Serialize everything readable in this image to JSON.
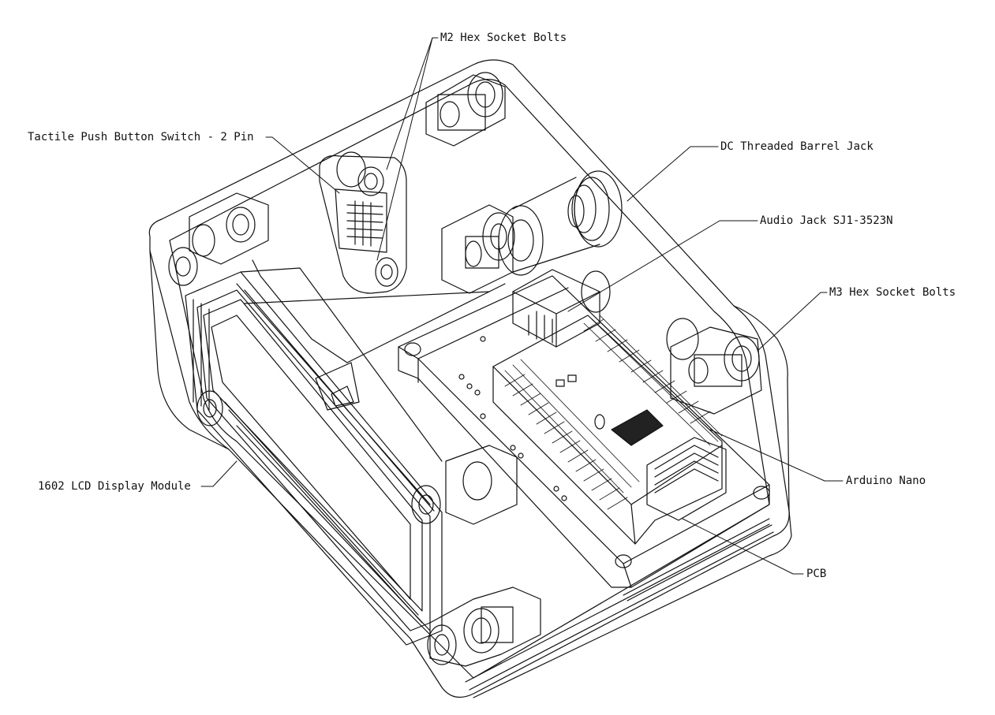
{
  "callouts": {
    "m2_bolts": "M2 Hex Socket Bolts",
    "tactile_switch": "Tactile Push Button Switch - 2 Pin",
    "dc_jack": "DC Threaded Barrel Jack",
    "audio_jack": "Audio Jack SJ1-3523N",
    "m3_bolts": "M3 Hex Socket Bolts",
    "lcd_module": "1602 LCD Display Module",
    "arduino_nano": "Arduino Nano",
    "pcb": "PCB"
  }
}
